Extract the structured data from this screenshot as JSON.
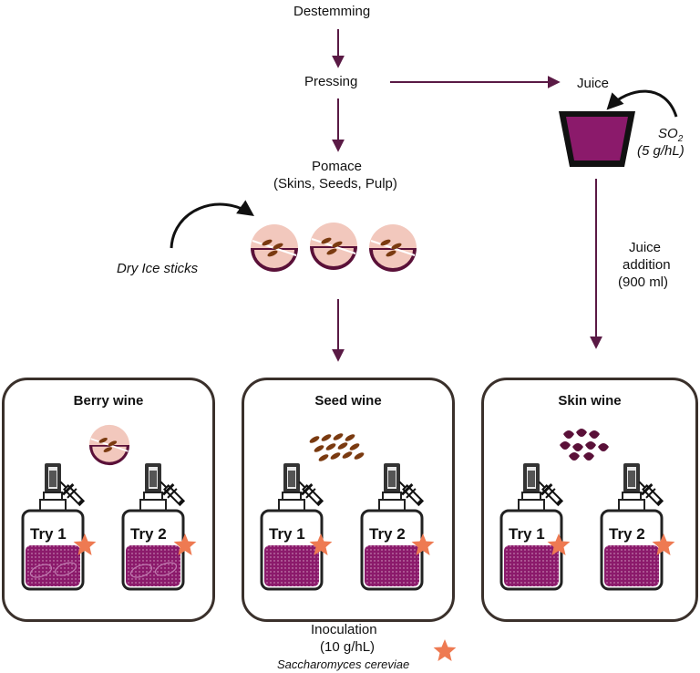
{
  "steps": {
    "destemming": "Destemming",
    "pressing": "Pressing",
    "juice": "Juice",
    "pomace_title": "Pomace",
    "pomace_sub": "(Skins, Seeds, Pulp)",
    "so2_line1": "SO",
    "so2_sub": "2",
    "so2_line2": "(5 g/hL)",
    "dry_ice": "Dry Ice sticks",
    "juice_add_1": "Juice",
    "juice_add_2": "addition",
    "juice_add_3": "(900 ml)"
  },
  "wines": [
    {
      "title": "Berry wine",
      "try1": "Try 1",
      "try2": "Try 2"
    },
    {
      "title": "Seed wine",
      "try1": "Try 1",
      "try2": "Try 2"
    },
    {
      "title": "Skin wine",
      "try1": "Try 1",
      "try2": "Try 2"
    }
  ],
  "inoculation": {
    "line1": "Inoculation",
    "line2": "(10 g/hL)",
    "line3": "Saccharomyces cereviae"
  },
  "colors": {
    "arrow": "#5a1a45",
    "wine": "#8b1a6b",
    "grape_dark": "#5a1038",
    "grape_flesh": "#f2c8bd",
    "seed": "#7a3a10",
    "star": "#ee7a52",
    "box_border": "#3a302b"
  }
}
